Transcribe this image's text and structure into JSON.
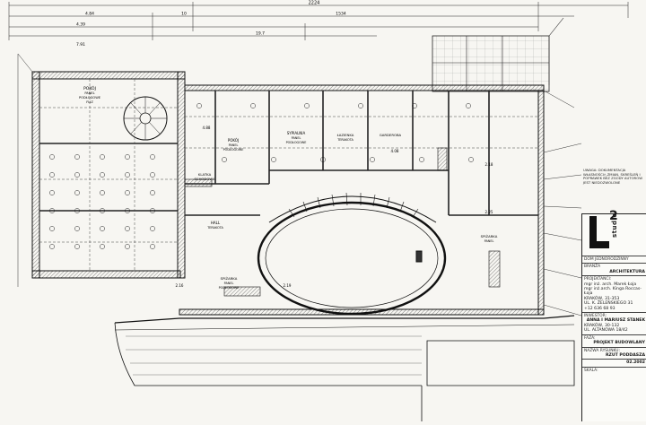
{
  "dimensions": {
    "total": "2224",
    "left_segments": [
      "4.84",
      "10"
    ],
    "mid_segment": "1534",
    "wall_a": "4.39",
    "wall_b": "7.91",
    "side_a": "19.7"
  },
  "rooms": [
    {
      "id": "r1",
      "lines": [
        "POKÓJ",
        "PANEL",
        "PODŁOGOWE",
        "FLIZ"
      ]
    },
    {
      "id": "r2",
      "lines": [
        "POKÓJ",
        "PANEL",
        "PODŁOGOWE"
      ]
    },
    {
      "id": "r3",
      "lines": [
        "SYPIALNIA",
        "PANEL",
        "PODŁOGOWE"
      ]
    },
    {
      "id": "r4",
      "lines": [
        "ŁAZIENKA",
        "TERAKOTA"
      ]
    },
    {
      "id": "r5",
      "lines": [
        "GARDEROBA"
      ]
    },
    {
      "id": "r6",
      "lines": [
        "HALL",
        "TERAKOTA"
      ]
    },
    {
      "id": "r7",
      "lines": [
        "SPIŻARKA",
        "PANEL",
        "PODŁOGOWE"
      ]
    },
    {
      "id": "r8",
      "lines": [
        "SPIŻARKA",
        "PANEL"
      ]
    }
  ],
  "annotations": {
    "stair_a": "KLATKA",
    "stair_b": "SCHODOWA",
    "room_tag": "2.16",
    "room_tag_b": "2.19",
    "room_tag_c": "2.18",
    "area_a": "4.88",
    "area_b": "4.08",
    "area_c": "2.25"
  },
  "notes": {
    "warning": "UWAGA: DOKUMENTACJA WŁASNOŚCIĄ ZMIAN, SKREŚLEŃ I POPRAWEK BEZ ZGODY AUTORÓW JEST NIEDOZWOLONE"
  },
  "title_block": {
    "logo_number": "2",
    "logo_word": "studio",
    "type_label": "DOM JEDNORODZINNY",
    "stage_label": "BRANŻA",
    "stage_value": "ARCHITEKTURA",
    "designers_label": "PROJEKTANCI:",
    "designer_1": "mgr inż. arch. Marek Łoja",
    "designer_2": "mgr inż.arch. Kinga Roccas-Łoja",
    "address_1": "KRAKÓW, 31-353",
    "address_2": "UL. K. ŻELEŃSKIEGO 31",
    "phone": "+12 636 68 93",
    "investor_label": "INWESTOR:",
    "investor": "ANNA I MARIUSZ STANEK",
    "inv_address_1": "KRAKÓW, 30-132",
    "inv_address_2": "UL. ALTANOWA 18/42",
    "phase_label": "FAZA:",
    "phase_value": "PROJEKT BUDOWLANY",
    "drawing_label": "NAZWA RYSUNKU:",
    "drawing_value": "RZUT PODDASZA",
    "date": "02.2002",
    "scale_label": "SKALA:"
  }
}
